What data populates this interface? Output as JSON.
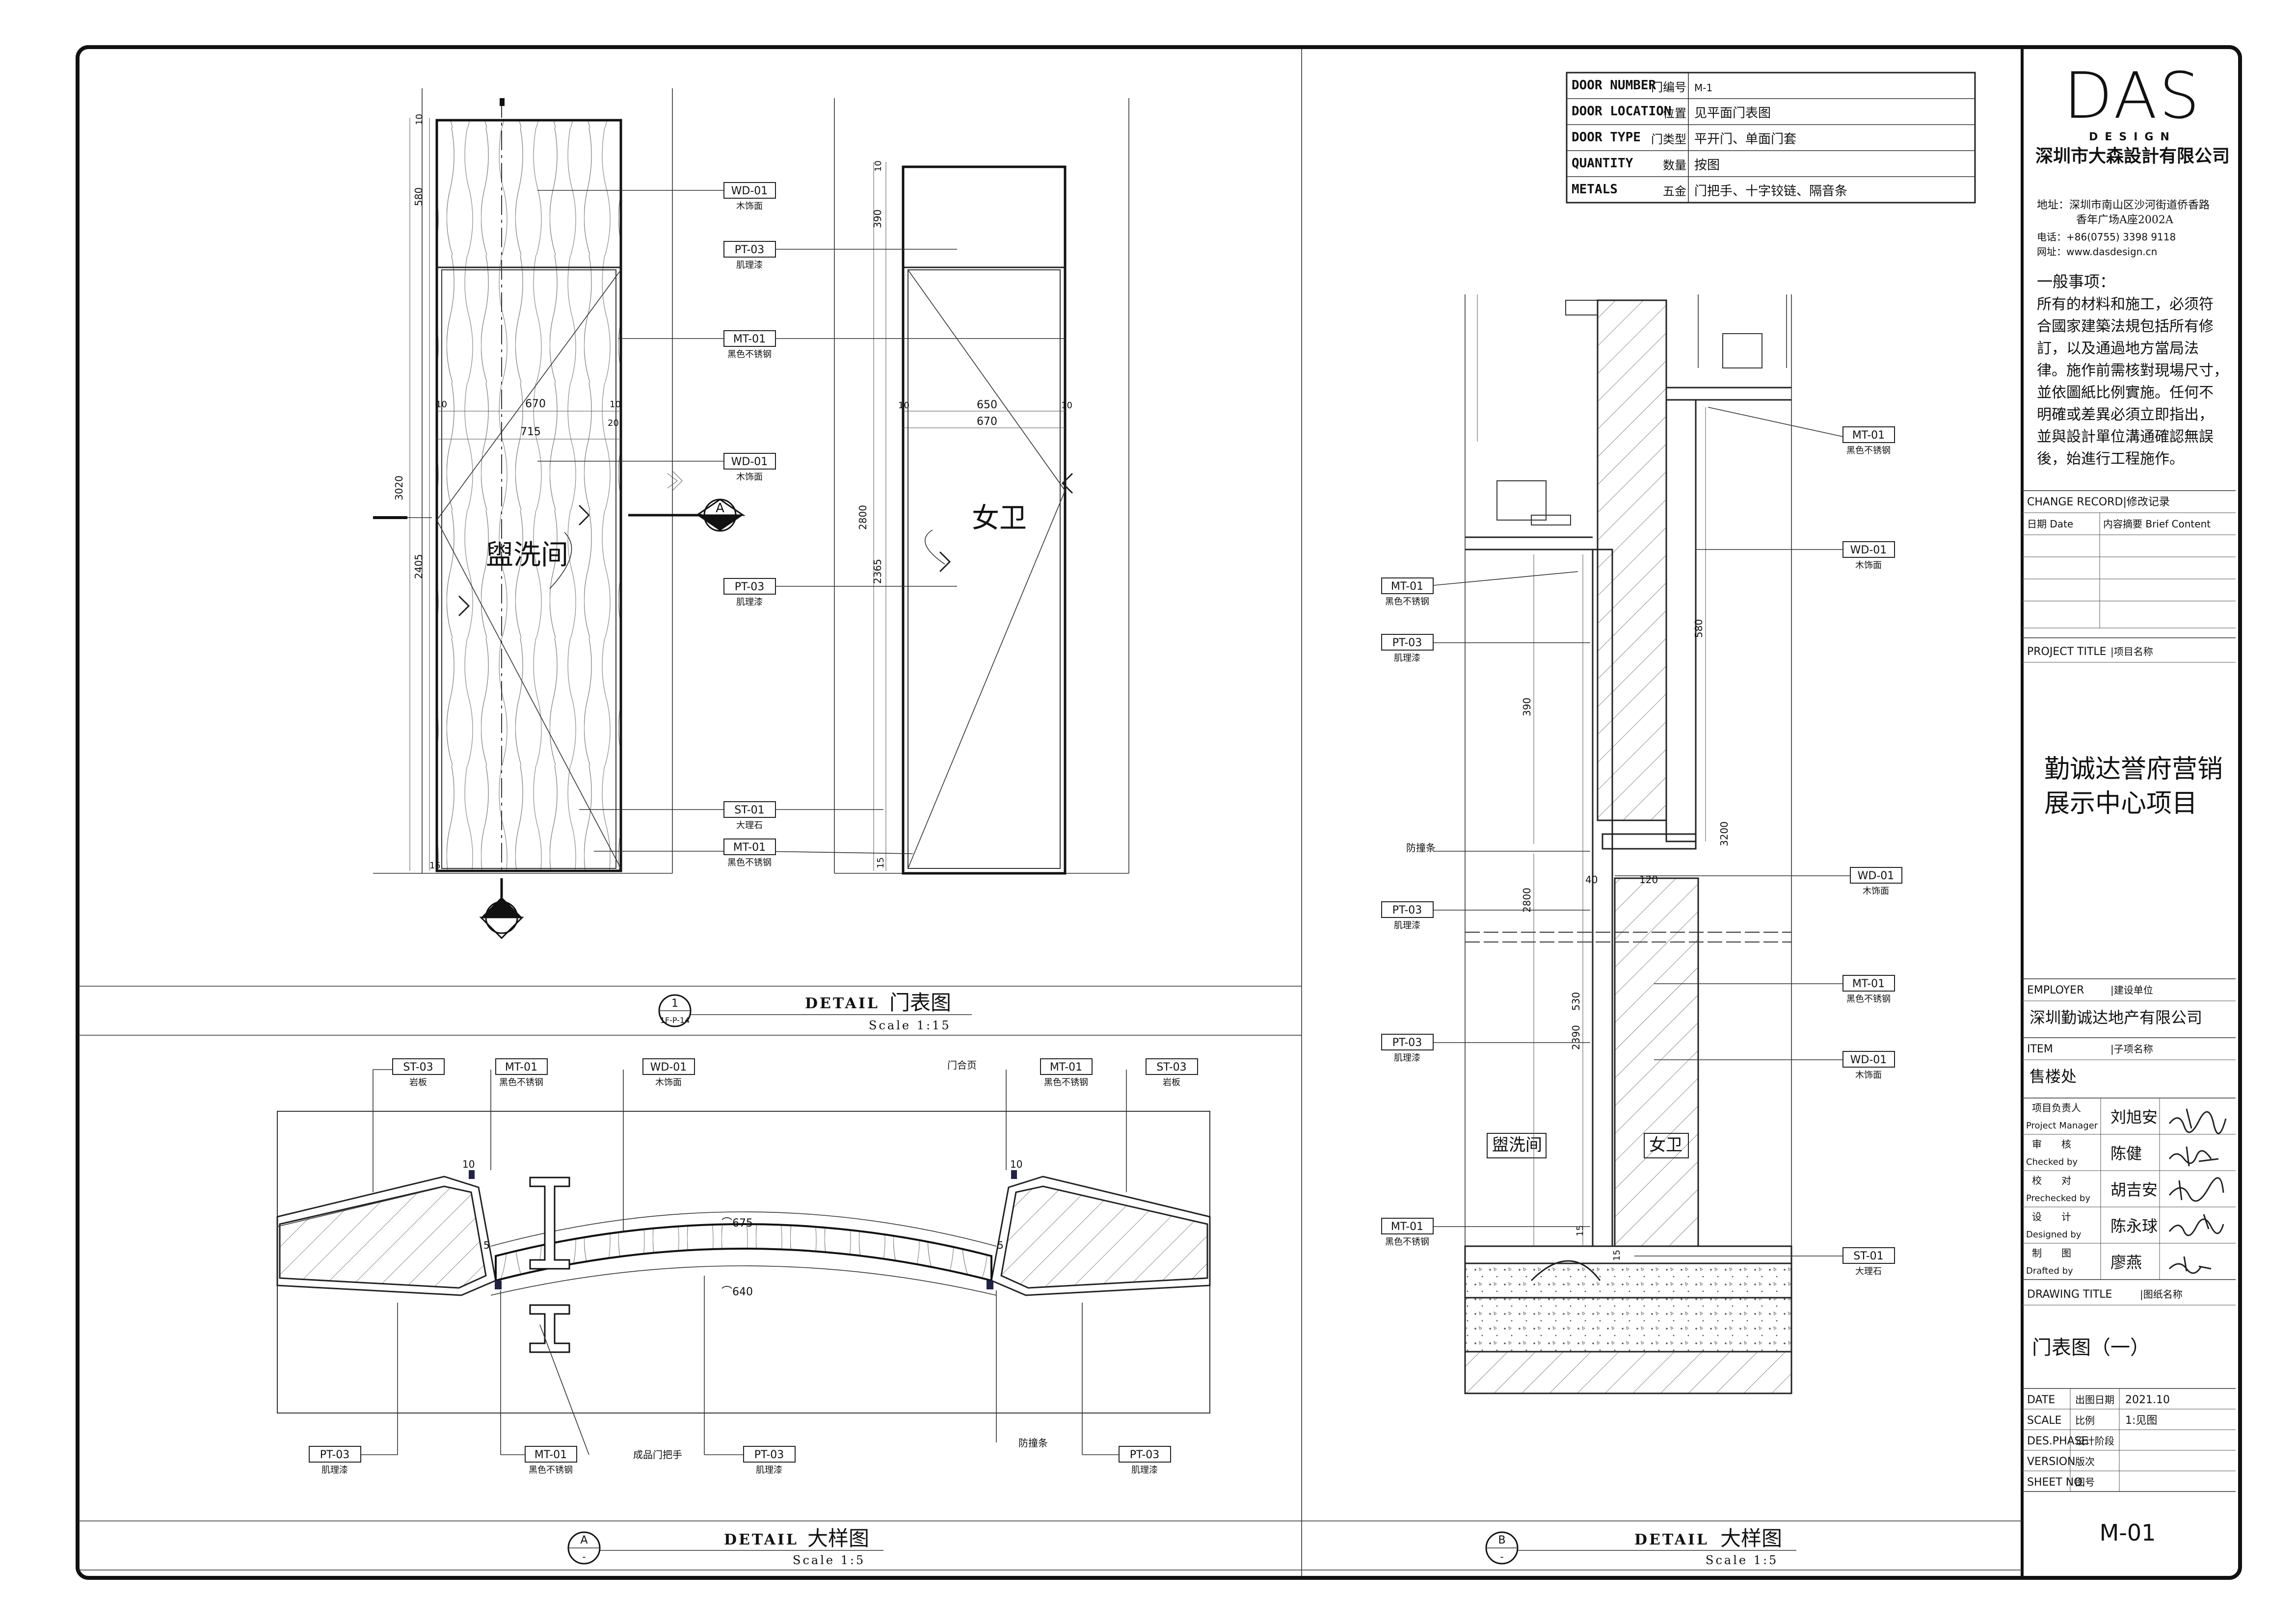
{
  "company": {
    "logo": "DAS",
    "logo_sub": "DESIGN",
    "name": "深圳市大森設計有限公司",
    "address_line1": "地址：深圳市南山区沙河街道侨香路",
    "address_line2": "香年广场A座2002A",
    "phone": "电话：+86(0755) 3398 9118",
    "website": "网址：www.dasdesign.cn"
  },
  "notes": {
    "title": "一般事项：",
    "lines": [
      "所有的材料和施工，必须符",
      "合國家建築法規包括所有修",
      "訂，以及通過地方當局法",
      "律。施作前需核對現場尺寸，",
      "並依圖紙比例實施。任何不",
      "明確或差異必須立即指出，",
      "並與設計單位溝通確認無誤",
      "後，始進行工程施作。"
    ]
  },
  "change_record": {
    "label": "CHANGE RECORD|修改记录",
    "date_col": "日期 Date",
    "content_col": "内容摘要 Brief Content"
  },
  "project": {
    "label": "PROJECT TITLE",
    "label_cn": "|项目名称",
    "line1": "勤诚达誉府营销",
    "line2": "展示中心项目"
  },
  "employer": {
    "label": "EMPLOYER",
    "label_cn": "|建设单位",
    "value": "深圳勤诚达地产有限公司"
  },
  "item": {
    "label": "ITEM",
    "label_cn": "|子项名称",
    "value": "售楼处"
  },
  "signoffs": [
    {
      "role_cn": "项目负责人",
      "role_en": "Project Manager",
      "name": "刘旭安"
    },
    {
      "role_cn": "审　　核",
      "role_en": "Checked by",
      "name": "陈健"
    },
    {
      "role_cn": "校　　对",
      "role_en": "Prechecked by",
      "name": "胡吉安"
    },
    {
      "role_cn": "设　　计",
      "role_en": "Designed by",
      "name": "陈永球"
    },
    {
      "role_cn": "制　　图",
      "role_en": "Drafted by",
      "name": "廖燕"
    }
  ],
  "drawing": {
    "label": "DRAWING TITLE",
    "label_cn": "|图纸名称",
    "value": "门表图（一）"
  },
  "meta": [
    {
      "en": "DATE",
      "cn": "出图日期",
      "value": "2021.10"
    },
    {
      "en": "SCALE",
      "cn": "比例",
      "value": "1:见图"
    },
    {
      "en": "DES.PHASE",
      "cn": "设计阶段",
      "value": ""
    },
    {
      "en": "VERSION",
      "cn": "版次",
      "value": ""
    },
    {
      "en": "SHEET NO.",
      "cn": "图号",
      "value": ""
    }
  ],
  "sheet_no": "M-01",
  "door_table": [
    {
      "en": "DOOR NUMBER",
      "cn": "门编号",
      "value": "M-1"
    },
    {
      "en": "DOOR LOCATION",
      "cn": "位置",
      "value": "见平面门表图"
    },
    {
      "en": "DOOR TYPE",
      "cn": "门类型",
      "value": "平开门、单面门套"
    },
    {
      "en": "QUANTITY",
      "cn": "数量",
      "value": "按图"
    },
    {
      "en": "METALS",
      "cn": "五金",
      "value": "门把手、十字铰链、隔音条"
    }
  ],
  "elevation": {
    "room_left": "盥洗间",
    "room_right": "女卫",
    "dims_left": {
      "top": "580",
      "total": "3020",
      "lower": "2405",
      "w_inner": "670",
      "w_outer": "715",
      "side": "10",
      "side2": "20",
      "bottom": "15"
    },
    "dims_right": {
      "top": "390",
      "total": "2800",
      "lower": "2365",
      "w_inner": "650",
      "w_outer": "670",
      "side": "10",
      "bottom": "15"
    },
    "tags": [
      {
        "code": "WD-01",
        "desc": "木饰面"
      },
      {
        "code": "PT-03",
        "desc": "肌理漆"
      },
      {
        "code": "MT-01",
        "desc": "黑色不锈钢"
      },
      {
        "code": "WD-01",
        "desc": "木饰面"
      },
      {
        "code": "PT-03",
        "desc": "肌理漆"
      },
      {
        "code": "ST-01",
        "desc": "大理石"
      },
      {
        "code": "MT-01",
        "desc": "黑色不锈钢"
      }
    ],
    "marker_a": "A",
    "marker_b": "B",
    "title_prefix": "DETAIL",
    "title": "门表图",
    "num": "1",
    "ref": "1F-P-14",
    "scale": "Scale 1:15"
  },
  "plan_detail": {
    "top_tags": [
      {
        "code": "ST-03",
        "desc": "岩板"
      },
      {
        "code": "MT-01",
        "desc": "黑色不锈钢"
      },
      {
        "code": "WD-01",
        "desc": "木饰面"
      },
      {
        "code": "MT-01",
        "desc": "黑色不锈钢"
      },
      {
        "code": "ST-03",
        "desc": "岩板"
      }
    ],
    "door_leaf": "门合页",
    "bottom_tags": [
      {
        "code": "PT-03",
        "desc": "肌理漆"
      },
      {
        "code": "MT-01",
        "desc": "黑色不锈钢"
      },
      {
        "code": "PT-03",
        "desc": "肌理漆"
      },
      {
        "code": "PT-03",
        "desc": "肌理漆"
      }
    ],
    "handle": "成品门把手",
    "seal": "防撞条",
    "dim_outer": "⌒675",
    "dim_inner": "⌒640",
    "dim_side": "10",
    "dim_side2": "5",
    "marker": "A",
    "marker_sub": "-",
    "title_prefix": "DETAIL",
    "title": "大样图",
    "scale": "Scale 1:5"
  },
  "section_detail": {
    "left_tags": [
      {
        "code": "MT-01",
        "desc": "黑色不锈钢"
      },
      {
        "code": "PT-03",
        "desc": "肌理漆"
      },
      {
        "code": "PT-03",
        "desc": "肌理漆"
      },
      {
        "code": "PT-03",
        "desc": "肌理漆"
      },
      {
        "code": "MT-01",
        "desc": "黑色不锈钢"
      }
    ],
    "right_tags": [
      {
        "code": "MT-01",
        "desc": "黑色不锈钢"
      },
      {
        "code": "WD-01",
        "desc": "木饰面"
      },
      {
        "code": "WD-01",
        "desc": "木饰面"
      },
      {
        "code": "MT-01",
        "desc": "黑色不锈钢"
      },
      {
        "code": "WD-01",
        "desc": "木饰面"
      },
      {
        "code": "ST-01",
        "desc": "大理石"
      }
    ],
    "seal": "防撞条",
    "room_left": "盥洗间",
    "room_right": "女卫",
    "dims": {
      "d390": "390",
      "d580": "580",
      "d3200": "3200",
      "d2800": "2800",
      "d2390": "2390",
      "d530": "530",
      "d40": "40",
      "d120": "120",
      "d15": "15",
      "d15b": "15"
    },
    "marker": "B",
    "marker_sub": "-",
    "title_prefix": "DETAIL",
    "title": "大样图",
    "scale": "Scale 1:5"
  }
}
